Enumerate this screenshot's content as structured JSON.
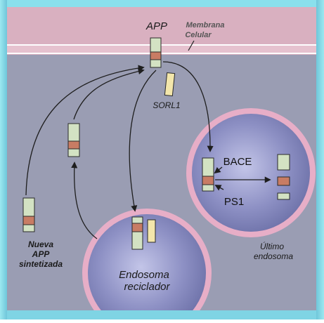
{
  "labels": {
    "app": "APP",
    "membrane_line1": "Membrana",
    "membrane_line2": "Celular",
    "sorl1": "SORL1",
    "bace": "BACE",
    "ps1": "PS1",
    "new_app_line1": "Nueva",
    "new_app_line2": "APP",
    "new_app_line3": "sintetizada",
    "late_endosome_line1": "Último",
    "late_endosome_line2": "endosoma",
    "recycling_endosome_line1": "Endosoma",
    "recycling_endosome_line2": "reciclador"
  },
  "colors": {
    "frame_cyan": "#8ae0ec",
    "membrane_top": "#dcb3c3",
    "membrane_bottom": "#d4a8b9",
    "membrane_line": "#ffffff",
    "cytoplasm": "#9a9db3",
    "endosome_rim": "#e8b0c8",
    "endosome_fill": "#7f83b8",
    "endosome_center": "#b6b9e0",
    "app_segment": "#d3e2c3",
    "abeta_segment": "#c87c64",
    "sorl1": "#f3e6ab",
    "outline": "#2a2a2a",
    "arrow": "#1e1e1e"
  }
}
